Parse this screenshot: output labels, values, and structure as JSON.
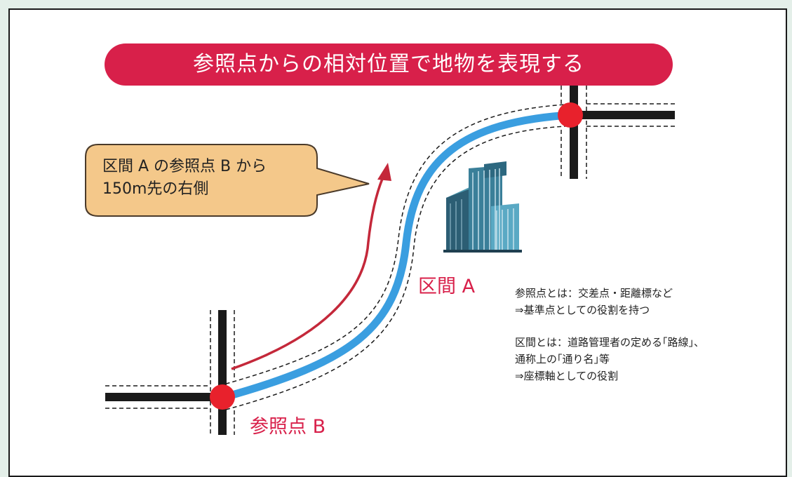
{
  "title": "参照点からの相対位置で地物を表現する",
  "callout": {
    "line1": "区間 A の参照点 B から",
    "line2": "150m先の右側"
  },
  "labels": {
    "section": "区間 A",
    "reference_point": "参照点 B"
  },
  "notes": {
    "reference_line1": "参照点とは：交差点・距離標など",
    "reference_line2": "⇒基準点としての役割を持つ",
    "section_line1": "区間とは：道路管理者の定める｢路線｣、",
    "section_line2": "通称上の｢通り名｣等",
    "section_line3": "⇒座標軸としての役割"
  },
  "colors": {
    "accent_red": "#d8204a",
    "road_blue": "#3a9ee0",
    "callout_fill": "#f4c88a",
    "road_black": "#1a1a1a"
  }
}
